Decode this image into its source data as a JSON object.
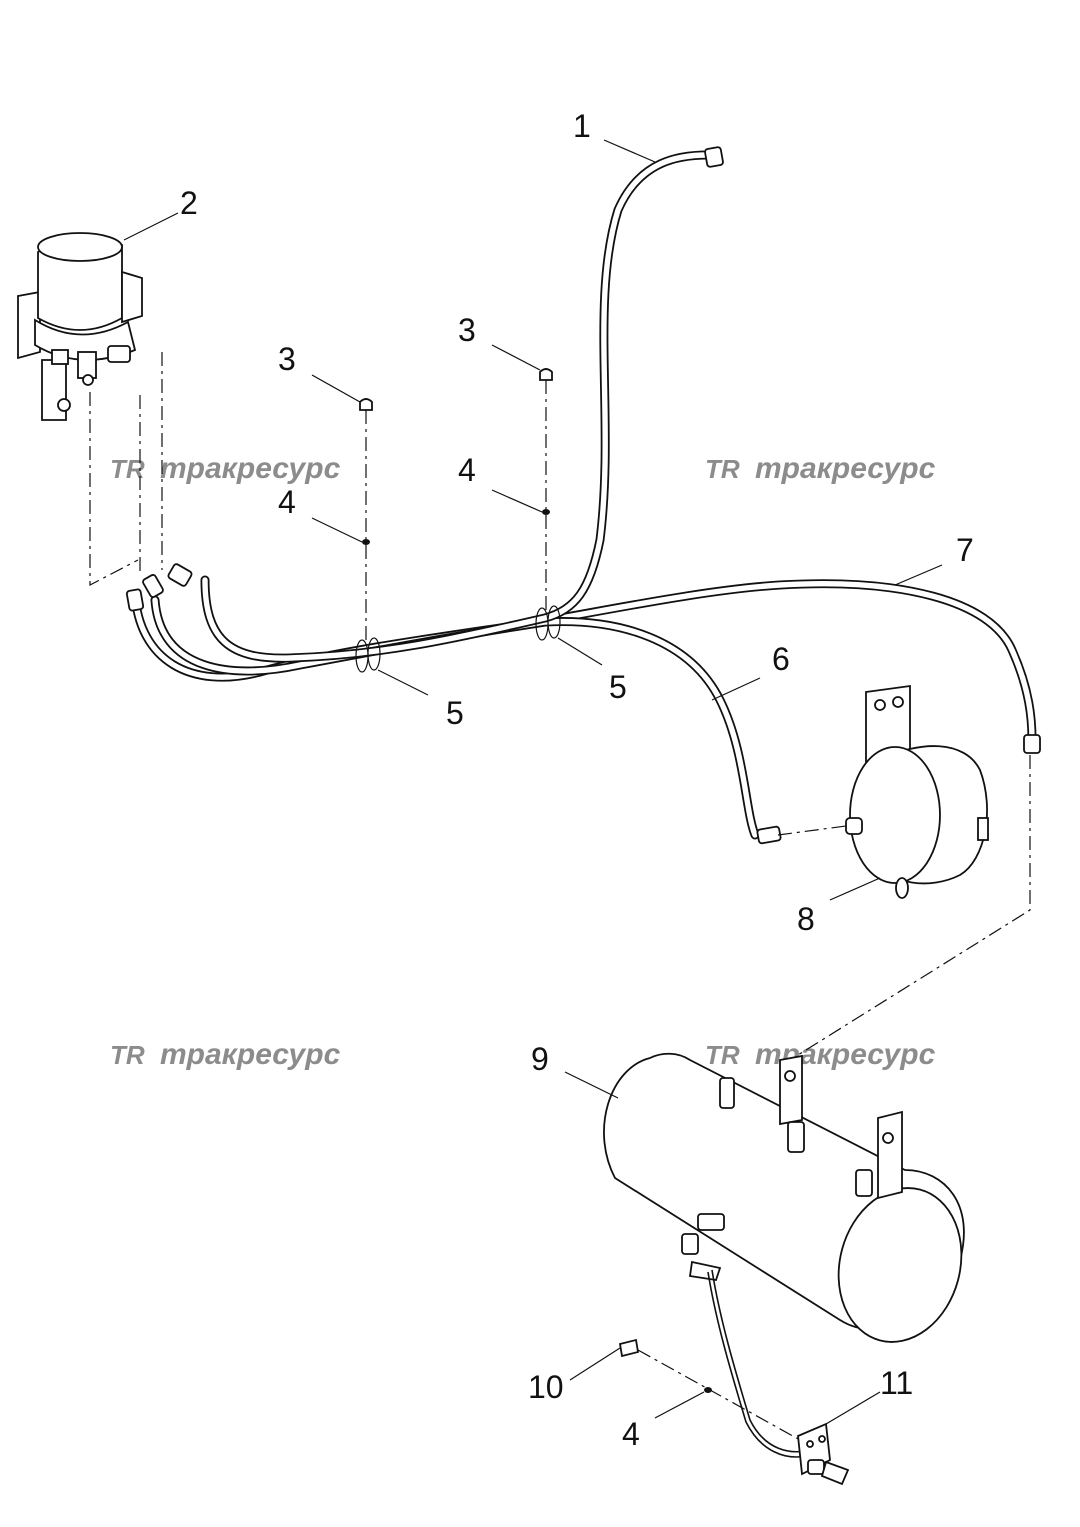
{
  "callouts": [
    {
      "id": "1",
      "text": "1"
    },
    {
      "id": "2",
      "text": "2"
    },
    {
      "id": "3a",
      "text": "3"
    },
    {
      "id": "3b",
      "text": "3"
    },
    {
      "id": "4a",
      "text": "4"
    },
    {
      "id": "4b",
      "text": "4"
    },
    {
      "id": "4c",
      "text": "4"
    },
    {
      "id": "5a",
      "text": "5"
    },
    {
      "id": "5b",
      "text": "5"
    },
    {
      "id": "6",
      "text": "6"
    },
    {
      "id": "7",
      "text": "7"
    },
    {
      "id": "8",
      "text": "8"
    },
    {
      "id": "9",
      "text": "9"
    },
    {
      "id": "10",
      "text": "10"
    },
    {
      "id": "11",
      "text": "11"
    }
  ],
  "watermark": {
    "logo": "TR",
    "text": "тракресурс",
    "color": "#8c8c8c"
  }
}
